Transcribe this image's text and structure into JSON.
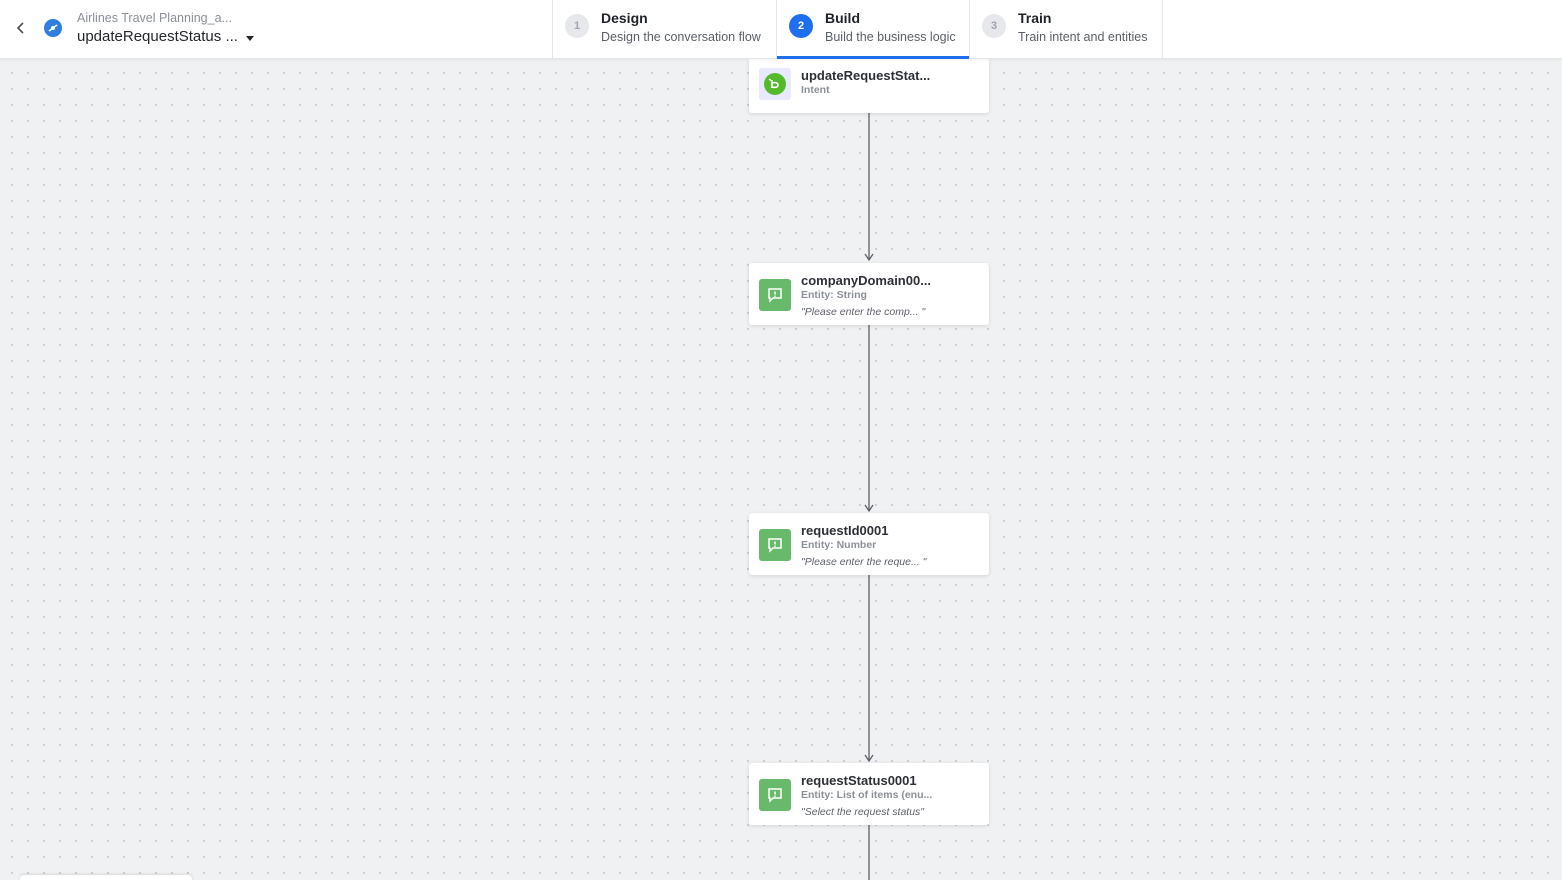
{
  "header": {
    "app_name": "Airlines Travel Planning_a...",
    "flow_name": "updateRequestStatus ...",
    "icons": {
      "back": "chevron-left-icon",
      "app": "bot-icon",
      "dropdown": "caret-down-icon"
    }
  },
  "steps": [
    {
      "number": "1",
      "title": "Design",
      "subtitle": "Design the conversation flow",
      "active": false
    },
    {
      "number": "2",
      "title": "Build",
      "subtitle": "Build the business logic",
      "active": true
    },
    {
      "number": "3",
      "title": "Train",
      "subtitle": "Train intent and entities",
      "active": false
    }
  ],
  "nodes": [
    {
      "title": "updateRequestStat...",
      "subtitle": "Intent",
      "icon": "intent-icon"
    },
    {
      "title": "companyDomain00...",
      "subtitle": "Entity: String",
      "prompt": "\"Please enter the comp... \"",
      "icon": "entity-message-icon"
    },
    {
      "title": "requestId0001",
      "subtitle": "Entity: Number",
      "prompt": "\"Please enter the reque... \"",
      "icon": "entity-message-icon"
    },
    {
      "title": "requestStatus0001",
      "subtitle": "Entity: List of items (enu...",
      "prompt": "\"Select the request status\"",
      "icon": "entity-message-icon"
    }
  ],
  "colors": {
    "accent": "#1e6ff0",
    "entity_icon_bg": "#68b96b",
    "intent_icon": "#55b92e",
    "canvas_bg": "#f0f1f3"
  }
}
